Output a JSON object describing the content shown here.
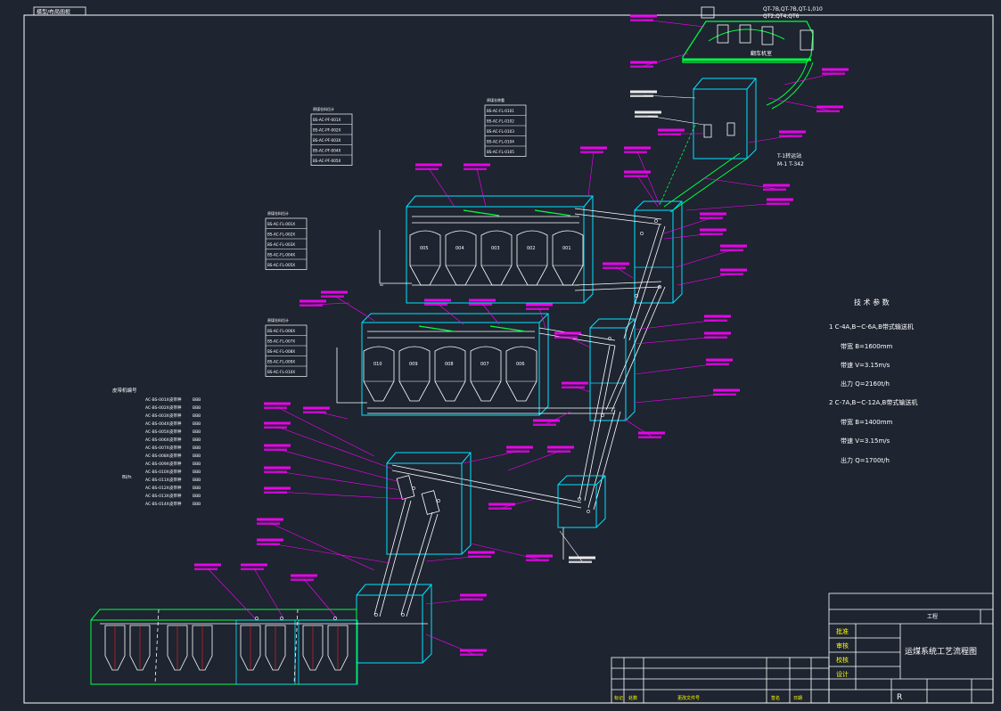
{
  "tab_label": "模型/布局图框",
  "drawing": {
    "title": "运煤系统工艺流程图",
    "stage_label": "工程",
    "revision_mark": "R",
    "row_labels": [
      "批准",
      "审核",
      "校核",
      "设计"
    ],
    "bottom_cols": [
      "标记",
      "处数",
      "更改文件号",
      "签名",
      "日期"
    ]
  },
  "tech_params": {
    "heading": "技 术 参 数",
    "lines": [
      "1 C-4A,B~C-6A,B带式输送机",
      "带宽 B=1600mm",
      "带速 V=3.15m/s",
      "出力 Q=2160t/h",
      "2 C-7A,B~C-12A,B带式输送机",
      "带宽 B=1400mm",
      "带速 V=3.15m/s",
      "出力 Q=1700t/h"
    ]
  },
  "silo_labels_upper": [
    "005",
    "004",
    "003",
    "002",
    "001"
  ],
  "silo_labels_lower": [
    "010",
    "009",
    "008",
    "007",
    "006"
  ],
  "tables": [
    {
      "title": "原煤仓料位计",
      "rows": [
        "BS-AC-PF-001X",
        "BS-AC-PF-002X",
        "BS-AC-PF-003X",
        "BS-AC-PF-004X",
        "BS-AC-PF-005X"
      ]
    },
    {
      "title": "原煤仓称重",
      "rows": [
        "BS-AC-FL-0101",
        "BS-AC-FL-0102",
        "BS-AC-FL-0103",
        "BS-AC-FL-0104",
        "BS-AC-FL-0105"
      ]
    },
    {
      "title": "原煤仓料位计",
      "rows": [
        "BS-AC-FL-001X",
        "BS-AC-FL-002X",
        "BS-AC-FL-003X",
        "BS-AC-FL-004X",
        "BS-AC-FL-005X"
      ]
    },
    {
      "title": "原煤仓料位计",
      "rows": [
        "BS-AC-FL-006X",
        "BS-AC-FL-007X",
        "BS-AC-FL-008X",
        "BS-AC-FL-009X",
        "BS-AC-FL-010X"
      ]
    }
  ],
  "top_labels": [
    "QT-7B,QT-7B,QT-1,010",
    "QT2,QT4,QT6"
  ],
  "legend": {
    "title": "皮带机编号",
    "units": "Bl/h",
    "rows": [
      [
        "AC-BS-001X",
        "皮带秤",
        "BBB"
      ],
      [
        "AC-BS-002X",
        "皮带秤",
        "BBB"
      ],
      [
        "AC-BS-003X",
        "皮带秤",
        "BBB"
      ],
      [
        "AC-BS-004X",
        "皮带秤",
        "BBB"
      ],
      [
        "AC-BS-005X",
        "皮带秤",
        "BBB"
      ],
      [
        "AC-BS-006X",
        "皮带秤",
        "BBB"
      ],
      [
        "AC-BS-007X",
        "皮带秤",
        "BBB"
      ],
      [
        "AC-BS-008X",
        "皮带秤",
        "BBB"
      ],
      [
        "AC-BS-009X",
        "皮带秤",
        "BBB"
      ],
      [
        "AC-BS-010X",
        "皮带秤",
        "BBB"
      ],
      [
        "AC-BS-011X",
        "皮带秤",
        "BBB"
      ],
      [
        "AC-BS-012X",
        "皮带秤",
        "BBB"
      ],
      [
        "AC-BS-013X",
        "皮带秤",
        "BBB"
      ],
      [
        "AC-BS-014X",
        "皮带秤",
        "BBB"
      ]
    ]
  },
  "colors": {
    "background": "#1e2430",
    "white": "#ffffff",
    "cyan": "#00e5ff",
    "magenta": "#ff00ff",
    "green": "#00ff40",
    "yellow": "#ffff00",
    "red": "#ff2020"
  }
}
